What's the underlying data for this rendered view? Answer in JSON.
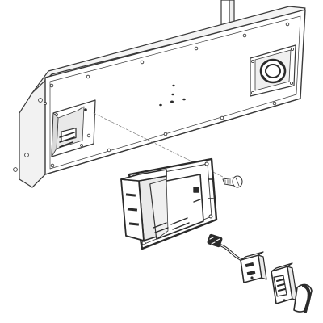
{
  "figure": {
    "kind": "exploded-assembly-line-drawing",
    "parts": [
      "front-panel",
      "mounting-bracket",
      "flush-mount-housing",
      "screw",
      "wiring-harness",
      "connector-plug",
      "socket-module",
      "end-cap"
    ],
    "colors": {
      "line": "#3a3a3a",
      "panel_face": "#ffffff",
      "panel_side": "#f2f2f2",
      "dark_detail": "#2b2b2b",
      "light_fill": "#e9e9e9",
      "leader_line": "#888888"
    }
  }
}
